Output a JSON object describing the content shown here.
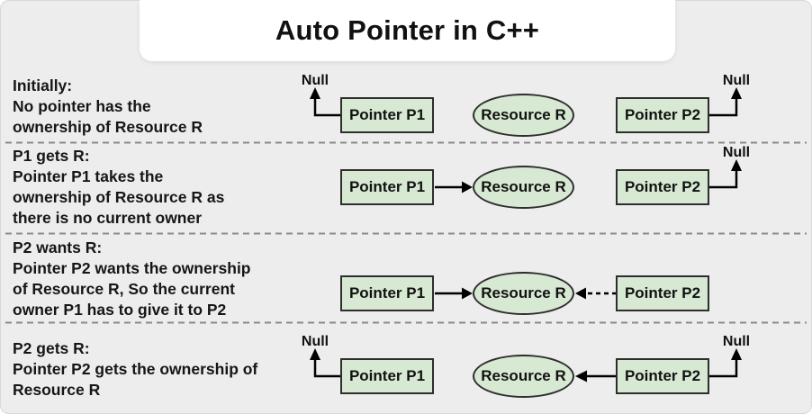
{
  "title": "Auto Pointer in C++",
  "nodes": {
    "pointer_p1": "Pointer P1",
    "pointer_p2": "Pointer P2",
    "resource": "Resource R",
    "null": "Null"
  },
  "rows": [
    {
      "heading": "Initially:",
      "lines": [
        "No pointer has the",
        "ownership of Resource R"
      ],
      "connections": [
        "Pointer P1 -> Null",
        "Pointer P2 -> Null"
      ]
    },
    {
      "heading": "P1 gets R:",
      "lines": [
        "Pointer P1 takes the",
        "ownership of Resource R as",
        "there is no current owner"
      ],
      "connections": [
        "Pointer P1 -> Resource R",
        "Pointer P2 -> Null"
      ]
    },
    {
      "heading": "P2 wants R:",
      "lines": [
        "Pointer P2 wants the ownership",
        "of Resource R, So the current",
        "owner P1 has to give it to P2"
      ],
      "connections": [
        "Pointer P1 -> Resource R (solid)",
        "Pointer P2 -> Resource R (dashed request)"
      ]
    },
    {
      "heading": "P2 gets R:",
      "lines": [
        "Pointer P2 gets the ownership of",
        "Resource R"
      ],
      "connections": [
        "Pointer P1 -> Null",
        "Pointer P2 -> Resource R",
        "Pointer P2 -> Null"
      ]
    }
  ],
  "colors": {
    "background": "#ededed",
    "title_card": "#ffffff",
    "node_fill": "#d7e9d2",
    "node_border": "#2e2e2e",
    "arrow": "#000000",
    "divider": "#8a8a8a",
    "text": "#161616"
  }
}
